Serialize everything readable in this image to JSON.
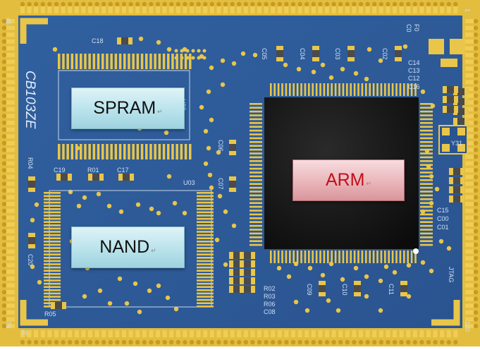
{
  "board": {
    "model_text": "CB103ZE",
    "colors": {
      "substrate": "#2f5c9c",
      "gold": "#e9c64a",
      "chip": "#121212",
      "silk": "#d8e6f7"
    }
  },
  "labels": {
    "spram": "SPRAM",
    "nand": "NAND",
    "arm": "ARM",
    "return_mark": "↵"
  },
  "silkscreen": {
    "u02": "U02",
    "u03": "U03",
    "c18": "C18",
    "c19": "C19",
    "r01": "R01",
    "c17": "C17",
    "r04": "R04",
    "c20": "C20",
    "r05": "R05",
    "c05": "C05",
    "c04": "C04",
    "c03": "C03",
    "c02": "C02",
    "c06": "C06",
    "c07": "C07",
    "c14": "C14",
    "c13": "C13",
    "c12": "C12",
    "c16": "C16",
    "f0": "F0",
    "c0": "C0",
    "y31": "Y31",
    "c15": "C15",
    "c00": "C00",
    "c01": "C01",
    "r02": "R02",
    "r03": "R03",
    "r06": "R06",
    "c08": "C08",
    "c09": "C09",
    "c10": "C10",
    "c11": "C11",
    "jtag": "JTAG",
    "pin45": "45",
    "pin1": "1",
    "pin75": "75",
    "pin76": "76",
    "pin120": "120"
  }
}
